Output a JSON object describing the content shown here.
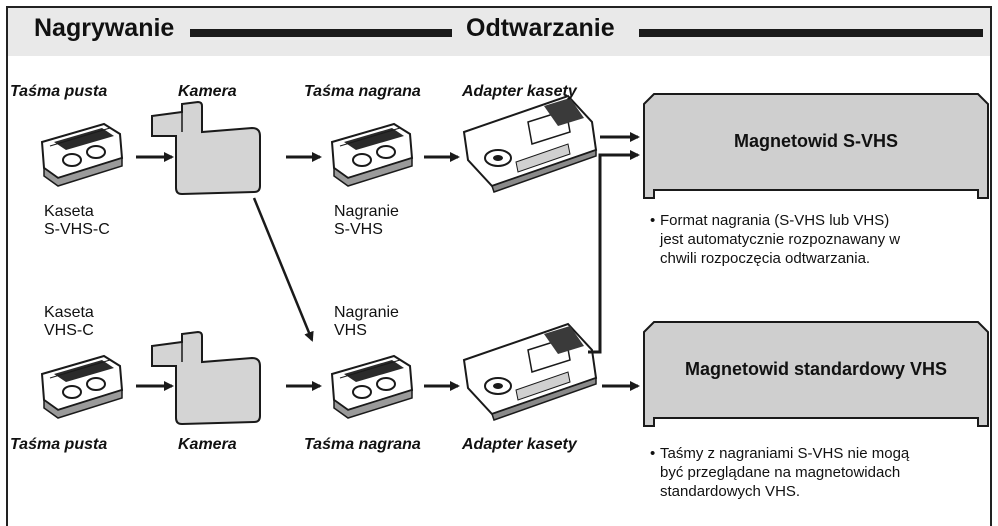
{
  "header": {
    "recording": "Nagrywanie",
    "playback": "Odtwarzanie"
  },
  "top_row": {
    "label_blank_tape": "Taśma pusta",
    "label_camera": "Kamera",
    "label_recorded_tape": "Taśma nagrana",
    "label_adapter": "Adapter kasety",
    "cassette_caption": [
      "Kaseta",
      "S-VHS-C"
    ],
    "recording_caption": [
      "Nagranie",
      "S-VHS"
    ]
  },
  "bottom_row": {
    "cassette_caption": [
      "Kaseta",
      "VHS-C"
    ],
    "recording_caption": [
      "Nagranie",
      "VHS"
    ],
    "label_blank_tape": "Taśma pusta",
    "label_camera": "Kamera",
    "label_recorded_tape": "Taśma nagrana",
    "label_adapter": "Adapter kasety"
  },
  "vcr_svhs": {
    "title": "Magnetowid S-VHS",
    "note": [
      "Format nagrania (S-VHS lub VHS)",
      "jest automatycznie rozpoznawany w",
      "chwili rozpoczęcia odtwarzania."
    ]
  },
  "vcr_vhs": {
    "title": "Magnetowid standardowy VHS",
    "note": [
      "Taśmy z nagraniami S-VHS nie mogą",
      "być przeglądane na magnetowidach",
      "standardowych VHS."
    ]
  },
  "colors": {
    "header_bg": "#e9e9e9",
    "vcr_fill": "#cfcfcf",
    "camera_fill": "#d4d4d4",
    "ink": "#1a1a1a"
  }
}
